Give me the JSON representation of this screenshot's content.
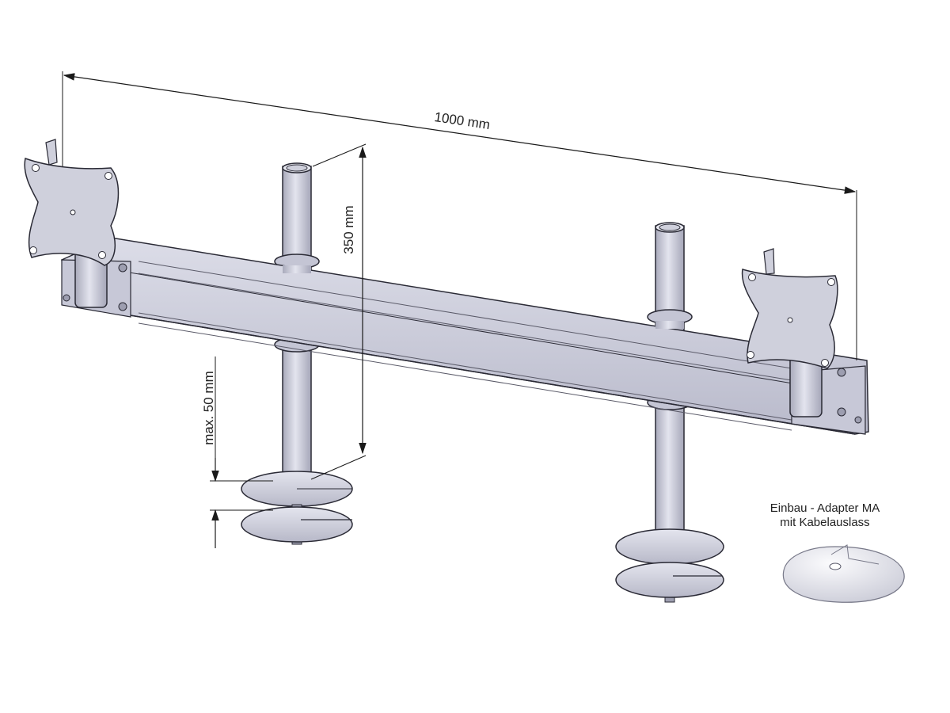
{
  "dimensions": {
    "width_label": "1000 mm",
    "height_label": "350 mm",
    "clamp_label": "max. 50 mm"
  },
  "adapter": {
    "caption_line1": "Einbau - Adapter MA",
    "caption_line2": "mit Kabelauslass"
  },
  "colors": {
    "metal_fill": "#cfd0dc",
    "metal_shade": "#b4b5c6",
    "outline": "#2a2a35",
    "dimension_line": "#1a1a1a"
  }
}
